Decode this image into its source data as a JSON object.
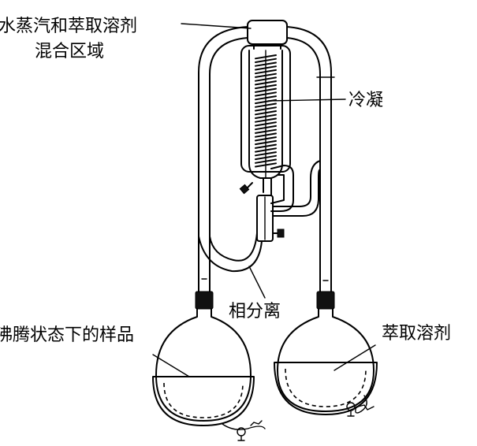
{
  "labels": {
    "mixing_zone_line1": "水蒸汽和萃取溶剂",
    "mixing_zone_line2": "混合区域",
    "condensation": "冷凝",
    "phase_separation": "相分离",
    "boiling_sample": "沸腾状态下的样品",
    "extraction_solvent": "萃取溶剂"
  }
}
